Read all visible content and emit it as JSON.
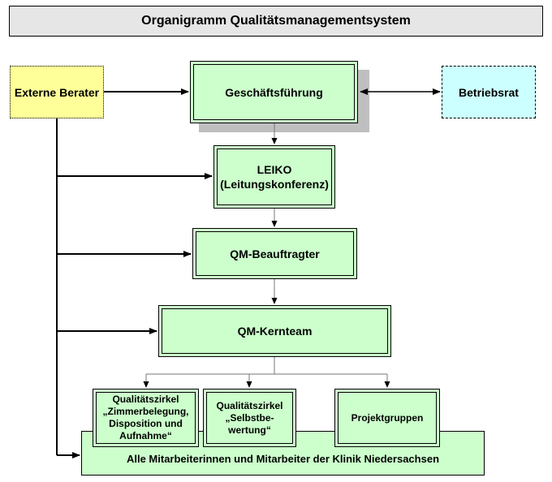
{
  "title": "Organigramm Qualitätsmanagementsystem",
  "nodes": {
    "externe_berater": "Externe Berater",
    "geschaeftsfuehrung": "Geschäftsführung",
    "betriebsrat": "Betriebsrat",
    "leiko_line1": "LEIKO",
    "leiko_line2": "(Leitungskonferenz)",
    "qm_beauftragter": "QM-Beauftragter",
    "qm_kernteam": "QM-Kernteam",
    "zirkel1_line1": "Qualitätszirkel",
    "zirkel1_line2": "„Zimmerbelegung,",
    "zirkel1_line3": "Disposition und",
    "zirkel1_line4": "Aufnahme“",
    "zirkel2_line1": "Qualitätszirkel",
    "zirkel2_line2": "„Selbstbe-",
    "zirkel2_line3": "wertung“",
    "projektgruppen": "Projektgruppen",
    "mitarbeiter": "Alle Mitarbeiterinnen und Mitarbeiter der Klinik Niedersachsen"
  },
  "colors": {
    "green_box": "#ccffcc",
    "yellow_box": "#ffff99",
    "cyan_box": "#ccffff",
    "title_bar": "#e6e6e6",
    "shadow": "#bfbfbf"
  }
}
